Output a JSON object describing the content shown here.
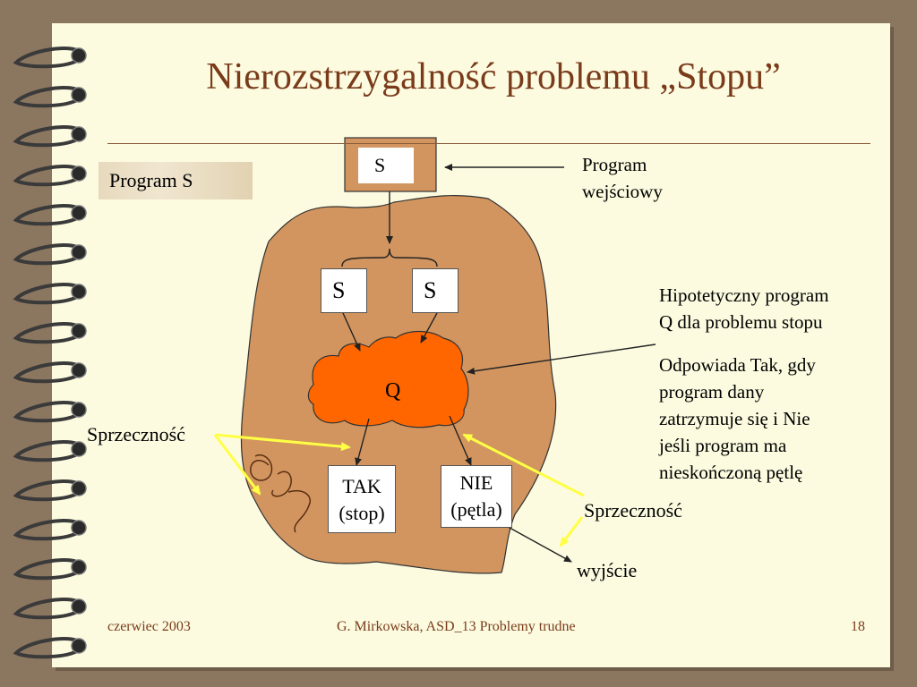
{
  "slide": {
    "title": "Nierozstrzygalność problemu „Stopu”",
    "program_s_label": "Program S",
    "input_box": "S",
    "input_label_line1": "Program",
    "input_label_line2": "wejściowy",
    "copy_left": "S",
    "copy_right": "S",
    "q_label": "Q",
    "tak_line1": "TAK",
    "tak_line2": "(stop)",
    "nie_line1": "NIE",
    "nie_line2": "(pętla)",
    "q_desc_line1": "Hipotetyczny program",
    "q_desc_line2": "Q dla problemu stopu",
    "answer_line1": "Odpowiada Tak, gdy",
    "answer_line2": "program dany",
    "answer_line3": "zatrzymuje się i Nie",
    "answer_line4": "jeśli program ma",
    "answer_line5": "nieskończoną pętlę",
    "contradiction_left": "Sprzeczność",
    "contradiction_right": "Sprzeczność",
    "output_label": "wyjście"
  },
  "footer": {
    "date": "czerwiec 2003",
    "author": "G. Mirkowska, ASD_13 Problemy trudne",
    "page_number": "18"
  },
  "colors": {
    "background": "#8b7660",
    "page": "#fcfbe0",
    "title": "#7a3b1a",
    "outer_blob": "#d2955f",
    "q_blob": "#ff6600",
    "yellow_arrows": "#ffff44"
  }
}
